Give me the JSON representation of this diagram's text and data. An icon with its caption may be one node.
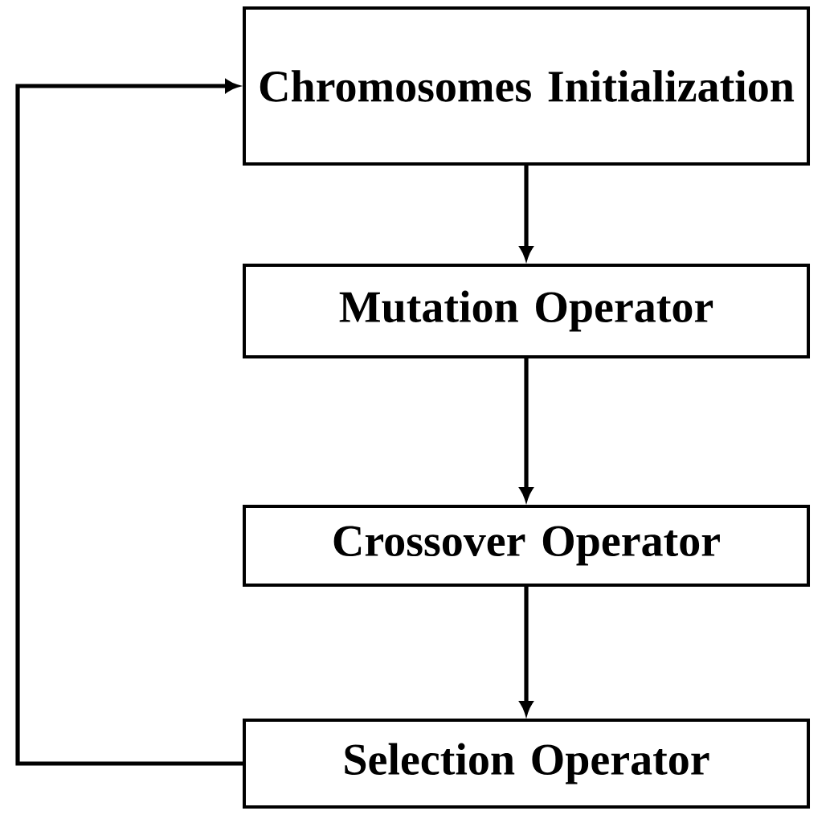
{
  "diagram": {
    "nodes": [
      {
        "text": [
          "Chromosomes Initialization"
        ]
      },
      {
        "text": [
          "Mutation Operator"
        ]
      },
      {
        "text": [
          "Crossover Operator"
        ]
      },
      {
        "text": [
          "Selection Operator"
        ]
      }
    ],
    "edges": [
      {
        "from": 0,
        "to": 1,
        "arrow": "to"
      },
      {
        "from": 1,
        "to": 2,
        "arrow": "to"
      },
      {
        "from": 2,
        "to": 3,
        "arrow": "to"
      },
      {
        "from": 3,
        "to": 0,
        "arrow": "to"
      }
    ]
  }
}
